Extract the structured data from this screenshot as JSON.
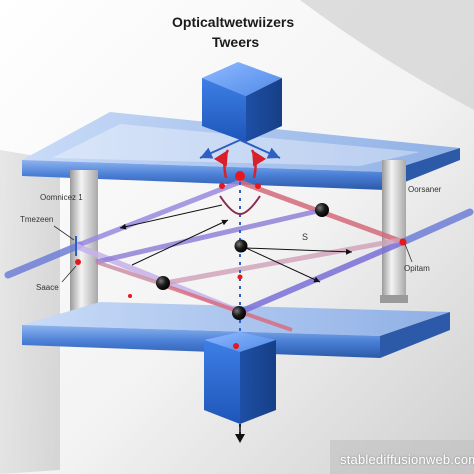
{
  "title": {
    "line1": "Opticaltwetwiizers",
    "line2": "Tweers"
  },
  "labels": {
    "left_top": "Oomnicez 1",
    "left_mid": "Tmezeen",
    "left_bottom": "Saace",
    "right_top": "Oorsaner",
    "right_bottom": "Opitam",
    "center_mark": "S"
  },
  "watermark": "stablediffusionweb.com",
  "colors": {
    "frame_blue": "#4a7fd6",
    "cube_blue": "#2f6fd1",
    "beam_red": "#d94050",
    "beam_violet": "#8a7ad8",
    "laser_red": "#e8161e",
    "particle": "#111111"
  },
  "icons": {
    "particles": "black-sphere-icon",
    "cubes": "blue-cube-icon"
  }
}
